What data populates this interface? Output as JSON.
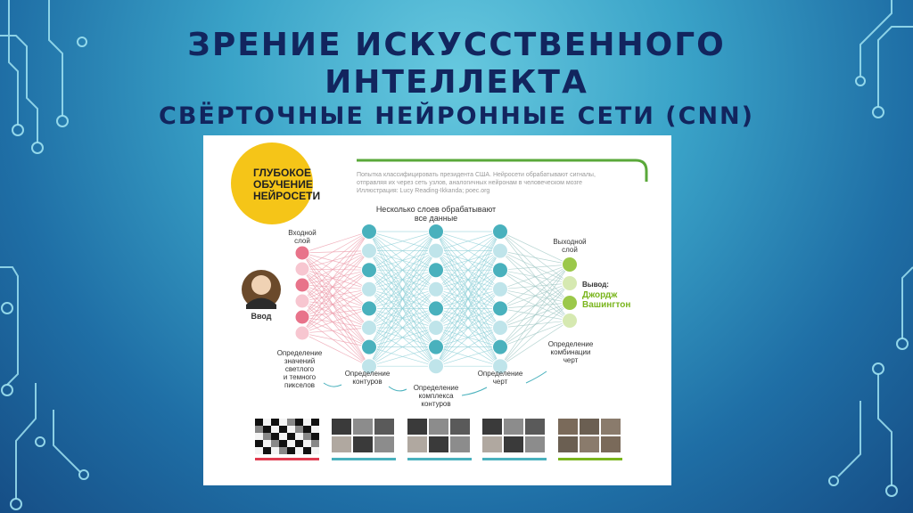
{
  "slide": {
    "title_line1": "ЗРЕНИЕ ИСКУССТВЕННОГО",
    "title_line2": "ИНТЕЛЛЕКТА",
    "subtitle": "СВЁРТОЧНЫЕ НЕЙРОННЫЕ СЕТИ (CNN)"
  },
  "figure": {
    "badge_line1": "ГЛУБОКОЕ",
    "badge_line2": "ОБУЧЕНИЕ",
    "badge_line3": "НЕЙРОСЕТИ",
    "caption_line1": "Попытка классифицировать президента США. Нейросети обрабатывают сигналы,",
    "caption_line2": "отправляя их через сеть узлов, аналогичных нейронам в человеческом мозге",
    "caption_line3": "Иллюстрация: Lucy Reading-Ikkanda; poec.org",
    "hidden_label_line1": "Несколько слоев обрабатывают",
    "hidden_label_line2": "все данные",
    "input_layer_line1": "Входной",
    "input_layer_line2": "слой",
    "output_layer_line1": "Выходной",
    "output_layer_line2": "слой",
    "input_label": "Ввод",
    "output_prefix": "Вывод:",
    "output_name_line1": "Джордж",
    "output_name_line2": "Вашингтон",
    "stage1_line1": "Определение",
    "stage1_line2": "значений",
    "stage1_line3": "светлого",
    "stage1_line4": "и темного",
    "stage1_line5": "пикселов",
    "stage2_line1": "Определение",
    "stage2_line2": "контуров",
    "stage3_line1": "Определение",
    "stage3_line2": "комплекса",
    "stage3_line3": "контуров",
    "stage4_line1": "Определение",
    "stage4_line2": "черт",
    "stage5_line1": "Определение",
    "stage5_line2": "комбинации",
    "stage5_line3": "черт",
    "colors": {
      "input": "#e8738a",
      "hidden": "#49b1bd",
      "output": "#9bc84a",
      "badge": "#f5c518",
      "title": "#12255e"
    }
  }
}
